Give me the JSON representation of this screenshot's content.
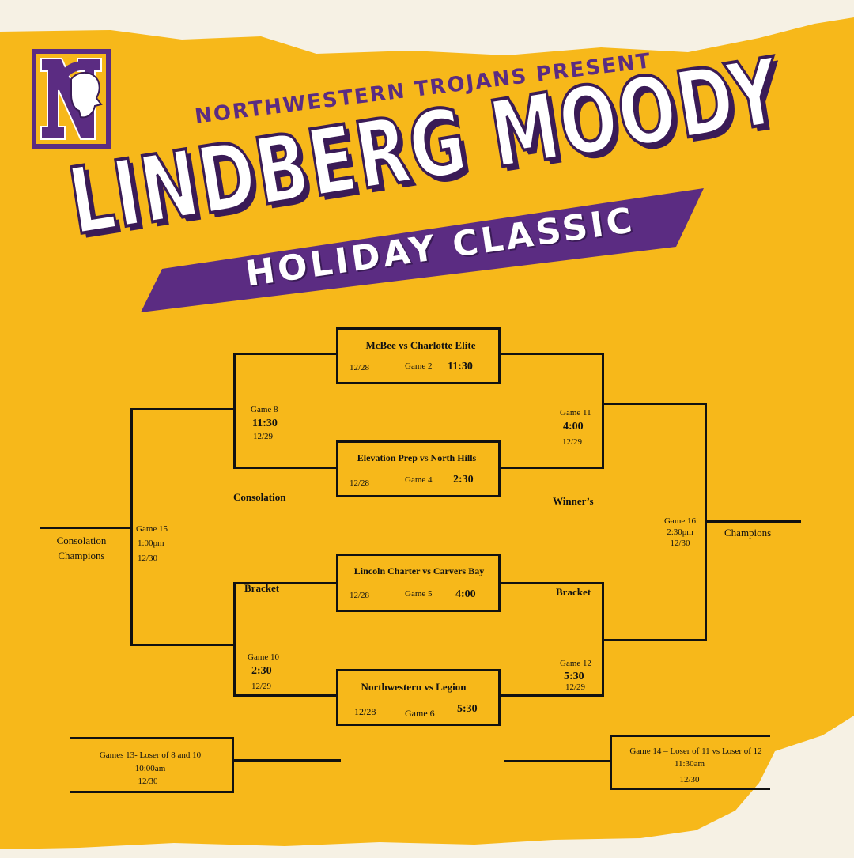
{
  "header": {
    "presenter": "NORTHWESTERN TROJANS PRESENT",
    "title": "LINDBERG MOODY",
    "subtitle": "HOLIDAY CLASSIC"
  },
  "logo": {
    "letter": "N"
  },
  "colors": {
    "gold": "#f7b81a",
    "purple": "#5b2c82",
    "dark_purple": "#3a1b56",
    "paper": "#f6f1e4",
    "line": "#111111"
  },
  "games": {
    "g2": {
      "matchup": "McBee vs Charlotte Elite",
      "date": "12/28",
      "game": "Game 2",
      "time": "11:30"
    },
    "g4": {
      "matchup": "Elevation Prep vs North Hills",
      "date": "12/28",
      "game": "Game 4",
      "time": "2:30"
    },
    "g5": {
      "matchup": "Lincoln Charter vs Carvers Bay",
      "date": "12/28",
      "game": "Game 5",
      "time": "4:00"
    },
    "g6": {
      "matchup": "Northwestern vs Legion",
      "date": "12/28",
      "game": "Game 6",
      "time": "5:30"
    },
    "g8": {
      "game": "Game 8",
      "time": "11:30",
      "date": "12/29"
    },
    "g10": {
      "game": "Game 10",
      "time": "2:30",
      "date": "12/29"
    },
    "g11": {
      "game": "Game 11",
      "time": "4:00",
      "date": "12/29"
    },
    "g12": {
      "game": "Game 12",
      "time": "5:30",
      "date": "12/29"
    },
    "g13": {
      "title": "Games 13- Loser of 8 and 10",
      "time": "10:00am",
      "date": "12/30"
    },
    "g14": {
      "title": "Game 14 – Loser of 11 vs Loser of 12",
      "time": "11:30am",
      "date": "12/30"
    },
    "g15": {
      "game": "Game 15",
      "time": "1:00pm",
      "date": "12/30"
    },
    "g16": {
      "game": "Game 16",
      "time": "2:30pm",
      "date": "12/30"
    }
  },
  "labels": {
    "consolation": "Consolation",
    "bracket": "Bracket",
    "winners": "Winner’s",
    "consolation_champions_1": "Consolation",
    "consolation_champions_2": "Champions",
    "champions": "Champions"
  }
}
